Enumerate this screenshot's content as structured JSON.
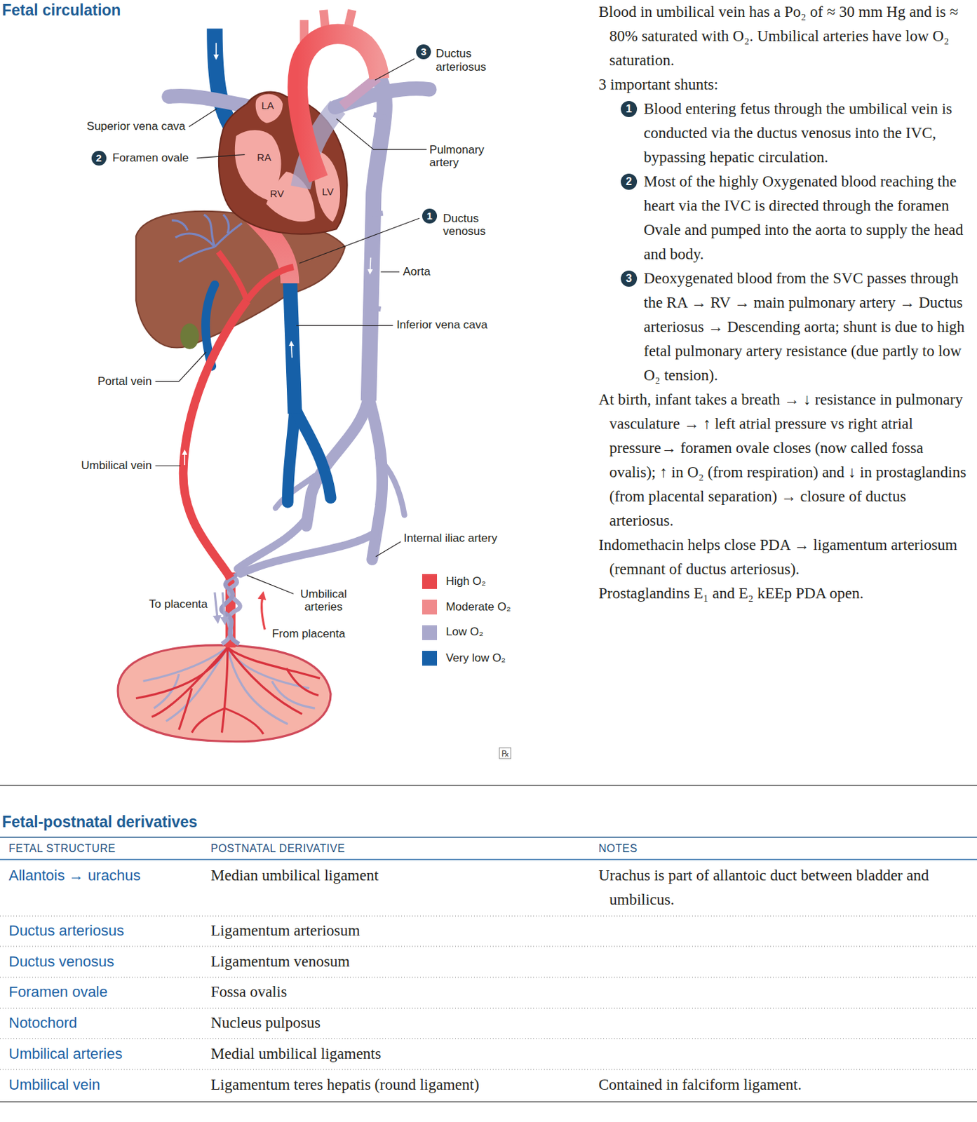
{
  "diagram": {
    "title": "Fetal circulation",
    "labels": [
      "Superior vena cava",
      "2",
      "Foramen ovale",
      "3",
      "Ductus arteriosus",
      "Pulmonary artery",
      "1",
      "Ductus venosus",
      "Aorta",
      "Inferior vena cava",
      "Portal vein",
      "Umbilical vein",
      "Internal iliac artery",
      "Umbilical arteries",
      "To placenta",
      "From placenta",
      "LA",
      "RA",
      "RV",
      "LV",
      "℞",
      "Blood in umbilical vein has a Po₂ of ≈ 30 mm Hg and is ≈ 80% saturated with O₂. Umbilical arteries have low O₂ saturation.",
      "3 important shunts:",
      "1",
      "Blood entering fetus through the umbilical vein is conducted via the ductus venosus into the IVC, bypassing hepatic circulation.",
      "2",
      "Most of the highly Oxygenated blood reaching the heart via the IVC is directed through the foramen Ovale and pumped into the aorta to supply the head and body.",
      "3",
      "Deoxygenated blood from the SVC passes through the RA → RV → main pulmonary artery → Ductus arteriosus → Descending aorta; shunt is due to high fetal pulmonary artery resistance (due partly to low O₂ tension).",
      "At birth, infant takes a breath → ↓ resistance in pulmonary vasculature → ↑ left atrial pressure vs right atrial pressure→ foramen ovale closes (now called fossa ovalis); ↑ in O₂ (from respiration) and ↓ in prostaglandins (from placental separation) → closure of ductus arteriosus.",
      "Indomethacin helps close PDA → ligamentum arteriosum (remnant of ductus arteriosus).",
      "Prostaglandins E₁ and E₂ kEEp PDA open.",
      "Fetal-postnatal derivatives",
      "FETAL STRUCTURE",
      "POSTNATAL DERIVATIVE",
      "NOTES",
      "Allantois → urachus",
      "Median umbilical ligament",
      "Urachus is part of allantoic duct between bladder and umbilicus.",
      "Ductus arteriosus",
      "Ligamentum arteriosum",
      "Ductus venosus",
      "Ligamentum venosum",
      "Foramen ovale",
      "Fossa ovalis",
      "Notochord",
      "Nucleus pulposus",
      "Umbilical arteries",
      "Medial umbilical ligaments",
      "Umbilical vein",
      "Ligamentum teres hepatis (round ligament)",
      "Contained in falciform ligament."
    ],
    "legend": [
      {
        "text": "High O₂",
        "color": "#e8474c"
      },
      {
        "text": "Moderate O₂",
        "color": "#f08a8c"
      },
      {
        "text": "Low O₂",
        "color": "#a9a8cc"
      },
      {
        "text": "Very low O₂",
        "color": "#1660a8"
      }
    ]
  }
}
